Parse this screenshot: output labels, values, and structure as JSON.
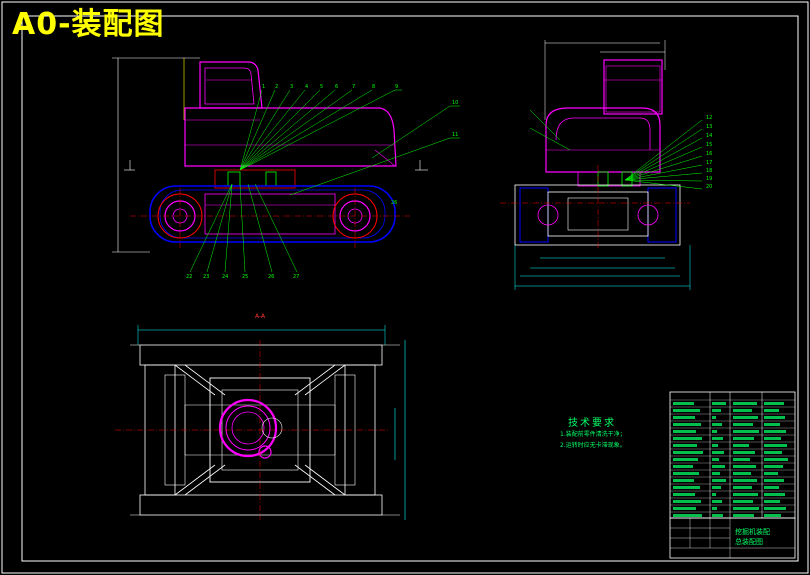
{
  "drawing": {
    "title": "A0-装配图",
    "section_label": "A-A",
    "tech_title": "技术要求",
    "tech_lines": [
      "1.装配前零件清洗干净；",
      "2.运转时应无卡滞现象。"
    ],
    "title_block_name": [
      "挖掘机装配",
      "总装配图"
    ]
  },
  "colors": {
    "background": "#000000",
    "frame": "#ffffff",
    "title": "#ffff00",
    "body": "#ff00ff",
    "track": "#0000ff",
    "leader": "#00ff00",
    "center_line": "#ff0000",
    "dimension": "#00ffff"
  },
  "callouts_side_view": [
    "1",
    "2",
    "3",
    "4",
    "5",
    "6",
    "7",
    "8",
    "9",
    "10",
    "11"
  ],
  "callouts_end_view": [
    "12",
    "13",
    "14",
    "15",
    "16",
    "17",
    "18",
    "19",
    "20"
  ],
  "callouts_bottom": [
    "22",
    "23",
    "24",
    "25",
    "26",
    "27"
  ]
}
